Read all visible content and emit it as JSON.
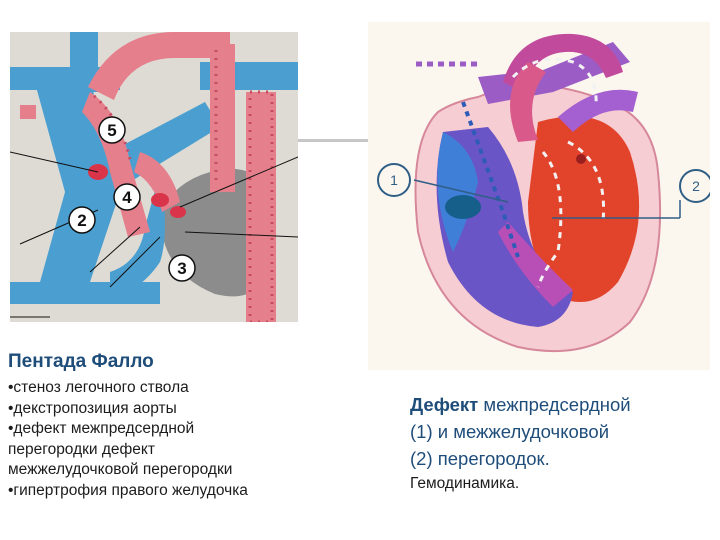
{
  "left_figure": {
    "callouts": [
      "5",
      "4",
      "2",
      "3"
    ]
  },
  "right_figure": {
    "callouts": [
      "1",
      "2"
    ]
  },
  "left_text": {
    "title": "Пентада Фалло",
    "items": [
      "•стеноз легочного ствола",
      "•декстропозиция аорты",
      "•дефект межпредсердной",
      "перегородки дефект",
      "межжелудочковой перегородки",
      "•гипертрофия правого желудочка"
    ]
  },
  "right_text": {
    "line1_bold": "Дефект",
    "line1_rest": " межпредсердной",
    "line2": "(1) и межжелудочковой",
    "line3": "(2) перегородок.",
    "line4": "Гемодинамика."
  }
}
